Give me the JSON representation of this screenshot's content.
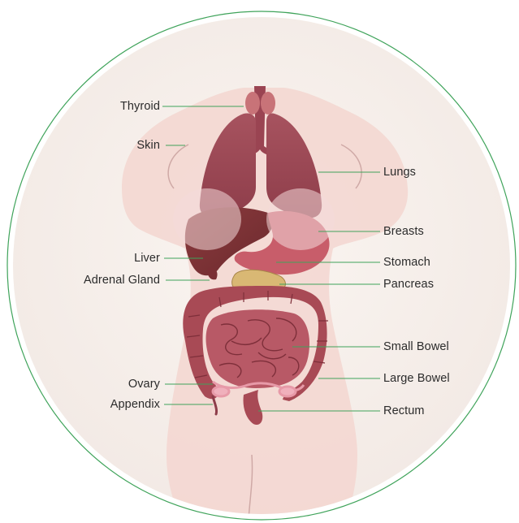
{
  "colors": {
    "frame_line": "#3fa35a",
    "leader_line": "#3fa35a",
    "background_disc": "#f6efea",
    "skin": "#f3d6d0",
    "organ": "#b04f5a",
    "label_text": "#2b2b2b"
  },
  "labels": {
    "thyroid": "Thyroid",
    "skin": "Skin",
    "liver": "Liver",
    "adrenal_gland": "Adrenal Gland",
    "ovary": "Ovary",
    "appendix": "Appendix",
    "lungs": "Lungs",
    "breasts": "Breasts",
    "stomach": "Stomach",
    "pancreas": "Pancreas",
    "small_bowel": "Small Bowel",
    "large_bowel": "Large Bowel",
    "rectum": "Rectum"
  }
}
